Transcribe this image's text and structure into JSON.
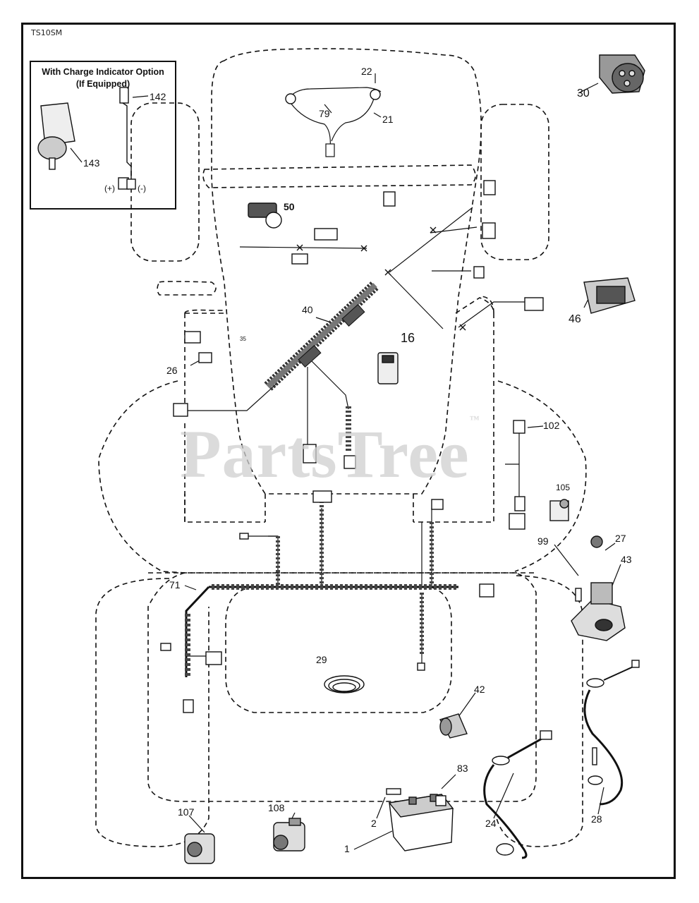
{
  "diagram_code": "TS10SM",
  "watermark": "PartsTree",
  "watermark_mark": "™",
  "inset": {
    "title_line1": "With Charge Indicator Option",
    "title_line2": "(If Equipped)",
    "labels": [
      "142",
      "143"
    ],
    "polarity_positive": "(+)",
    "polarity_negative": "(-)"
  },
  "callouts": {
    "c1": "1",
    "c2": "2",
    "c16": "16",
    "c21": "21",
    "c22": "22",
    "c24": "24",
    "c26": "26",
    "c27": "27",
    "c28": "28",
    "c29": "29",
    "c30": "30",
    "c40": "40",
    "c42": "42",
    "c43": "43",
    "c46": "46",
    "c50": "50",
    "c71": "71",
    "c79": "79",
    "c83": "83",
    "c99": "99",
    "c102": "102",
    "c105": "105",
    "c107": "107",
    "c108": "108",
    "c35": "35"
  }
}
